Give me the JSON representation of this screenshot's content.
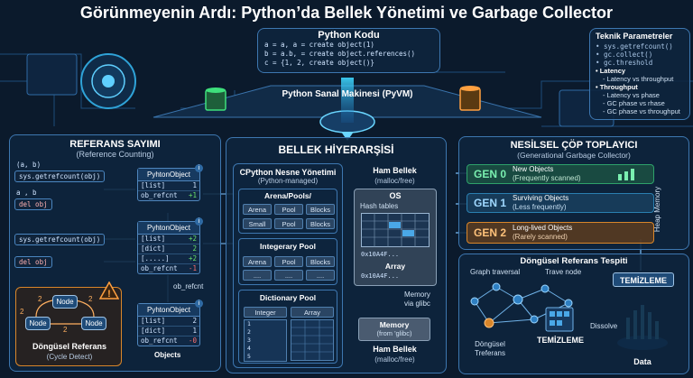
{
  "title": "Görünmeyenin Ardı: Python’da Bellek Yönetimi ve Garbage Collector",
  "python_code": {
    "header": "Python Kodu",
    "lines": [
      "a = a, a = create object(1)",
      "b = a.b, = create object.references()",
      "c = {1, 2, create object()}"
    ]
  },
  "vm_label": "Python Sanal Makinesi (PyVM)",
  "technical_params": {
    "header": "Teknik Parametreler",
    "items": [
      "sys.getrefcount()",
      "gc.collect()",
      "gc.threshold"
    ],
    "latency_header": "Latency",
    "latency_items": [
      "Latency vs throughput"
    ],
    "throughput_header": "Throughput",
    "throughput_items": [
      "Latency vs phase",
      "GC phase vs rhase",
      "GC phase vs throughput"
    ]
  },
  "refcount": {
    "header": "REFERANS SAYIMI",
    "subheader": "(Reference Counting)",
    "code_lines": [
      "(a, b)",
      "sys.getrefcount(obj)",
      "a , b",
      "del obj",
      "sys.getrefcount(obj)",
      "del obj"
    ],
    "objects": [
      {
        "title": "PyhtonObject",
        "rows": [
          [
            "[list]",
            "1"
          ],
          [
            "ob_refcnt",
            "+1"
          ]
        ]
      },
      {
        "title": "PyhtonObject",
        "rows": [
          [
            "[list]",
            "+2"
          ],
          [
            "[dict]",
            "2"
          ],
          [
            "[.....]",
            "+2"
          ],
          [
            "ob_refcnt",
            "-1"
          ]
        ]
      },
      {
        "title": "PyhtonObject",
        "rows": [
          [
            "[list]",
            "2"
          ],
          [
            "[dict]",
            "1"
          ],
          [
            "ob_refcnt",
            "-0"
          ]
        ]
      }
    ],
    "ob_refcnt_label": "ob_refcnt",
    "objects_label": "Objects"
  },
  "cycle": {
    "node_label": "Node",
    "edge_labels": [
      "2",
      "2",
      "2",
      "2"
    ],
    "title": "Döngüsel Referans",
    "subtitle": "(Cycle Detect)",
    "warning_glyph": "!"
  },
  "memory": {
    "header": "BELLEK HİYERARŞİSİ",
    "cpython": {
      "header": "CPython Nesne Yönetimi",
      "subheader": "(Python-managed)"
    },
    "arena": {
      "header": "Arena/Pools/",
      "cells": [
        "Arena",
        "Pool",
        "Blocks",
        "Small",
        "Pool",
        "Blocks"
      ]
    },
    "integer_pool": {
      "header": "Integerary Pool",
      "cells": [
        "Arena",
        "Pool",
        "Blocks",
        "....",
        "....",
        "...."
      ]
    },
    "dict_pool": {
      "header": "Dictionary Pool",
      "col1": "Integer",
      "col2": "Array",
      "rows": [
        "1",
        "2",
        "3",
        "4",
        "5"
      ]
    },
    "raw_top": {
      "header": "Ham Bellek",
      "subheader": "(malloc/free)"
    },
    "os": {
      "header": "OS",
      "hash_tables": "Hash tables",
      "address1": "0x10A4F...",
      "array_label": "Array",
      "address2": "0x10A4F..."
    },
    "memory_via": "Memory\nvia glibc",
    "memory_box": {
      "label": "Memory",
      "sub": "(from 'glibc)"
    },
    "raw_bottom": {
      "header": "Ham Bellek",
      "subheader": "(malloc/free)"
    }
  },
  "generational": {
    "header": "NESİLSEL ÇÖP TOPLAYICI",
    "subheader": "(Generational Garbage Collector)",
    "gens": [
      {
        "label": "GEN 0",
        "title": "New Objects",
        "sub": "(Frequently scanned)",
        "color": "#2ea26b"
      },
      {
        "label": "GEN 1",
        "title": "Surviving Objects",
        "sub": "(Less frequently)",
        "color": "#2a7fb0"
      },
      {
        "label": "GEN 2",
        "title": "Long-lived Objects",
        "sub": "(Rarely scanned)",
        "color": "#d9862a"
      }
    ],
    "heap_memory": "Heap Memory"
  },
  "cycle_detect": {
    "header": "Döngüsel Referans Tespiti",
    "graph_traversal": "Graph traversal",
    "trave_node": "Trave node",
    "cleanup": "TEMİZLEME",
    "cycle_label_line1": "Döngüsel",
    "cycle_label_line2": "Treferans",
    "cleanup2": "TEMİZLEME",
    "dissolve": "Dissolve",
    "data": "Data"
  }
}
